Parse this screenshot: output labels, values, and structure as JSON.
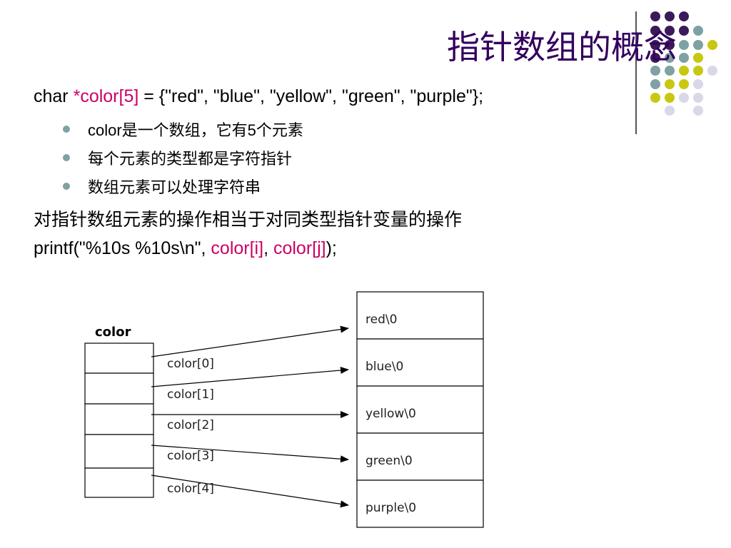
{
  "title": "指针数组的概念",
  "lines": {
    "decl": {
      "prefix": "char ",
      "highlight": "*color[5]",
      "suffix": " = {\"red\", \"blue\", \"yellow\", \"green\", \"purple\"};"
    },
    "bullets": [
      "color是一个数组，它有5个元素",
      "每个元素的类型都是字符指针",
      "数组元素可以处理字符串"
    ],
    "note": "对指针数组元素的操作相当于对同类型指针变量的操作",
    "printf": {
      "prefix": "printf(\"%10s %10s\\n\", ",
      "arg1": "color[i]",
      "sep": ", ",
      "arg2": "color[j]",
      "suffix": ");"
    }
  },
  "diagram": {
    "array_name": "color",
    "element_labels": [
      "color[0]",
      "color[1]",
      "color[2]",
      "color[3]",
      "color[4]"
    ],
    "strings": [
      "red\\0",
      "blue\\0",
      "yellow\\0",
      "green\\0",
      "purple\\0"
    ]
  },
  "colors": {
    "title": "#33005e",
    "highlight": "#cc0066",
    "dot_purple": "#3b1a5a",
    "dot_teal": "#7fa1a4",
    "dot_yellow": "#c8c810",
    "dot_lavender": "#d8d8e8"
  }
}
